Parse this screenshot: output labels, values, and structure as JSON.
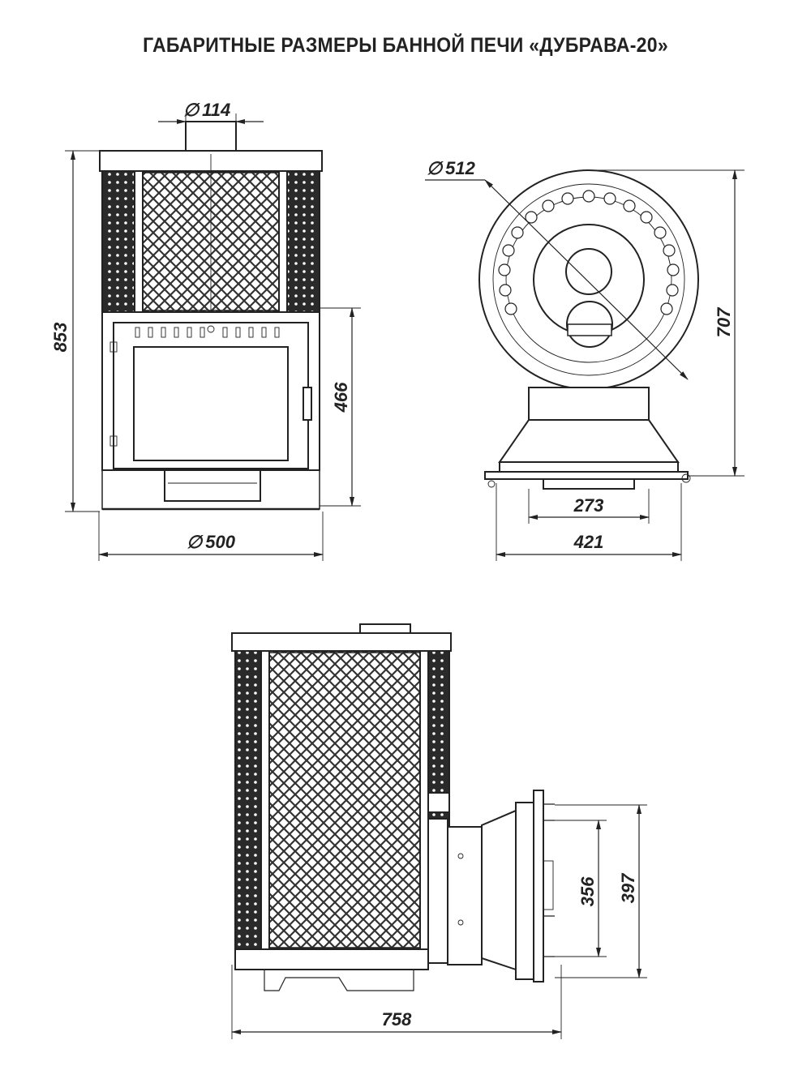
{
  "title": "ГАБАРИТНЫЕ РАЗМЕРЫ БАННОЙ ПЕЧИ «ДУБРАВА-20»",
  "front_view": {
    "chimney_diameter": "114",
    "total_height": "853",
    "door_height": "466",
    "body_diameter": "500"
  },
  "top_view": {
    "outer_diameter": "512",
    "height": "707",
    "inner_width": "273",
    "outer_width": "421"
  },
  "side_view": {
    "door_inner_height": "356",
    "door_outer_height": "397",
    "total_length": "758"
  },
  "diameter_symbol": "∅"
}
